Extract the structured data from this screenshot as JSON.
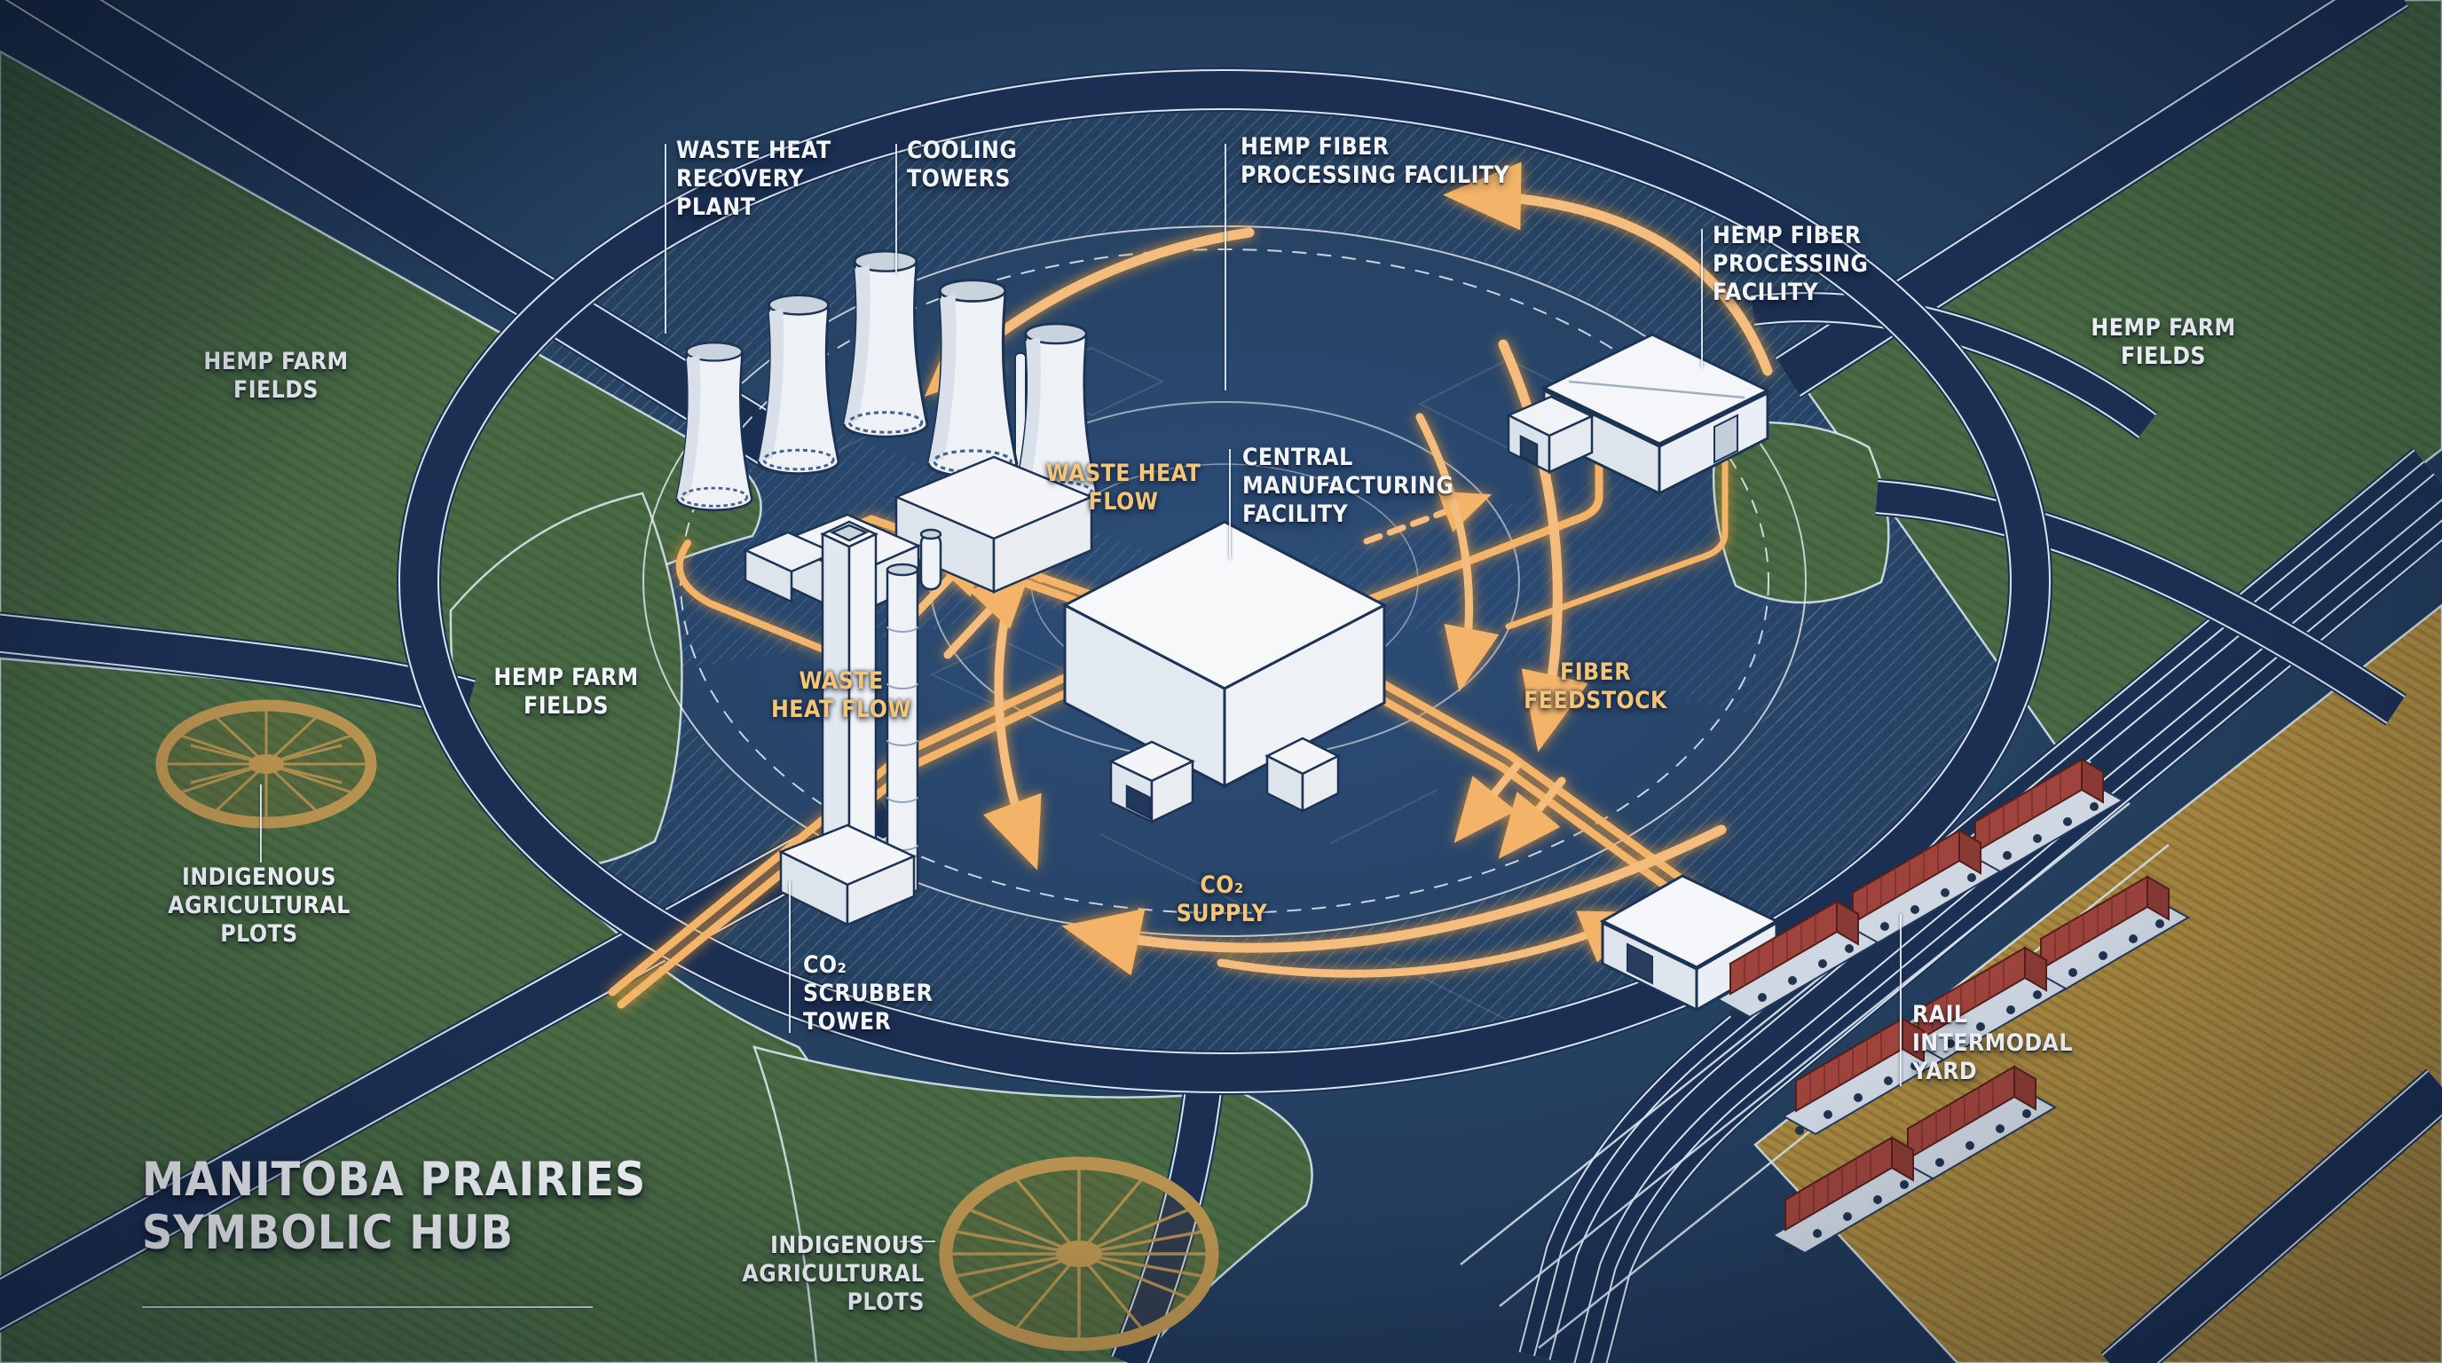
{
  "title": {
    "text": "MANITOBA PRAIRIES\nSYMBOLIC HUB"
  },
  "labels": {
    "waste_heat_recovery_plant": "WASTE HEAT\nRECOVERY\nPLANT",
    "cooling_towers": "COOLING\nTOWERS",
    "hemp_fiber_processing_facility_top": "HEMP FIBER\nPROCESSING FACILITY",
    "hemp_fiber_processing_facility_right": "HEMP FIBER\nPROCESSING\nFACILITY",
    "hemp_farm_fields_topleft": "HEMP FARM\nFIELDS",
    "hemp_farm_fields_inner": "HEMP FARM\nFIELDS",
    "hemp_farm_fields_right": "HEMP FARM\nFIELDS",
    "central_manufacturing_facility": "CENTRAL\nMANUFACTURING\nFACILITY",
    "waste_heat_flow_upper": "WASTE HEAT\nFLOW",
    "waste_heat_flow_left": "WASTE\nHEAT FLOW",
    "fiber_feedstock": "FIBER\nFEEDSTOCK",
    "co2_supply": "CO₂\nSUPPLY",
    "co2_scrubber_tower": "CO₂\nSCRUBBER\nTOWER",
    "indigenous_agricultural_plots_left": "INDIGENOUS\nAGRICULTURAL\nPLOTS",
    "indigenous_agricultural_plots_bottom": "INDIGENOUS\nAGRICULTURAL\nPLOTS",
    "rail_intermodal_yard": "RAIL\nINTERMODAL\nYARD"
  },
  "colors": {
    "background_navy": "#24405f",
    "road_navy": "#1b2f52",
    "field_green": "#4a6a45",
    "wheat_tan": "#a8893f",
    "flow_orange": "#f3b469",
    "flow_label_orange": "#f3c577",
    "label_white": "#f2f5f9",
    "container_red": "#c2584e",
    "building_white": "#eef2f6",
    "outline_navy": "#1d3354"
  }
}
